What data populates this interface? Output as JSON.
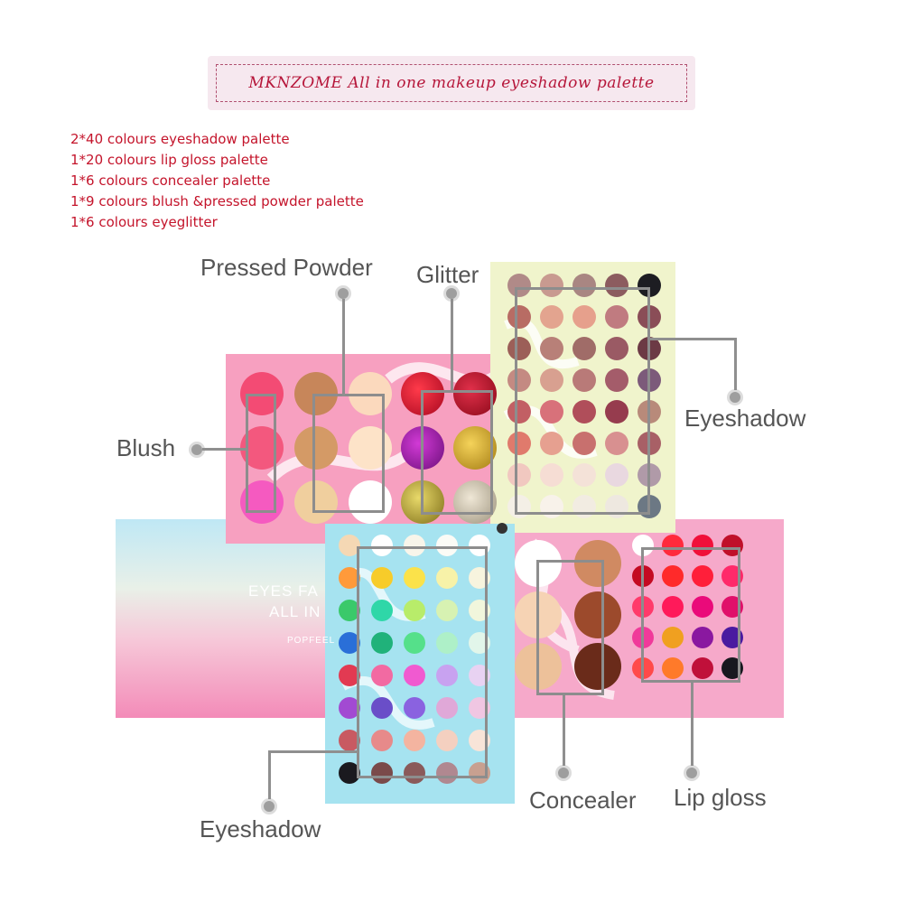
{
  "banner": {
    "title": "MKNZOME All in one makeup eyeshadow palette"
  },
  "specs": [
    "2*40 colours eyeshadow palette",
    "1*20 colours lip gloss palette",
    "1*6 colours concealer palette",
    "1*9 colours blush &pressed powder palette",
    "1*6 colours eyeglitter"
  ],
  "callouts": {
    "pressed_powder": "Pressed Powder",
    "glitter": "Glitter",
    "blush": "Blush",
    "eyeshadow_right": "Eyeshadow",
    "eyeshadow_bottom": "Eyeshadow",
    "concealer": "Concealer",
    "lip_gloss": "Lip gloss"
  },
  "cover": {
    "line1": "EYES FA",
    "line2": "ALL IN",
    "line3": "POPFEEL"
  },
  "colors": {
    "callout_text": "#555555",
    "spec_text": "#c4142b",
    "banner_bg": "#f6e8ef",
    "pink_palette": "#f7a0c0",
    "blue_palette": "#a6e3f0",
    "cream_palette": "#f0f4cc"
  }
}
